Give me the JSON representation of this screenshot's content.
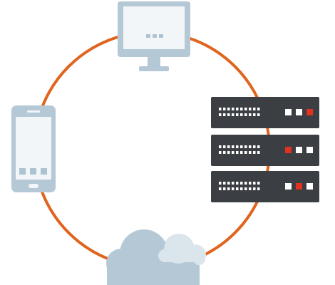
{
  "diagram": {
    "description_free": true,
    "nodes": [
      {
        "id": "desktop-monitor",
        "icon": "desktop-monitor-icon"
      },
      {
        "id": "server-rack",
        "icon": "server-rack-icon"
      },
      {
        "id": "cloud",
        "icon": "cloud-icon"
      },
      {
        "id": "smartphone",
        "icon": "smartphone-icon"
      }
    ],
    "server_units": [
      {
        "indicators": [
          "white",
          "white",
          "red"
        ]
      },
      {
        "indicators": [
          "red",
          "white",
          "white"
        ]
      },
      {
        "indicators": [
          "white",
          "red",
          "white"
        ]
      }
    ]
  },
  "colors": {
    "ring": "#e0641e",
    "device_fill": "#b4c8d6",
    "device_screen": "#f3f6f8",
    "device_detail": "#aec3d1",
    "server_body": "#3b3f43",
    "server_grille": "#ffffff",
    "indicator_white": "#ffffff",
    "indicator_red": "#e0321e",
    "cloud_back": "#dbe5ec",
    "cloud_front": "#b4c8d6"
  }
}
